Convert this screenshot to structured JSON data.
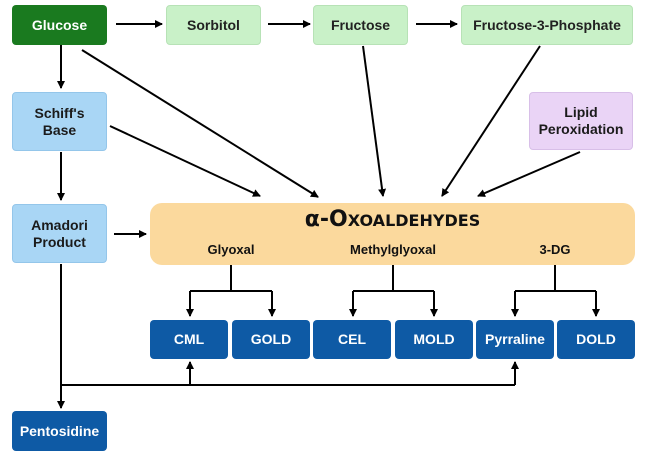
{
  "nodes": {
    "glucose": "Glucose",
    "sorbitol": "Sorbitol",
    "fructose": "Fructose",
    "fructose_3_phosphate": "Fructose-3-Phosphate",
    "schiffs_base": "Schiff's\nBase",
    "lipid_peroxidation": "Lipid\nPeroxidation",
    "amadori_product": "Amadori\nProduct",
    "pentosidine": "Pentosidine"
  },
  "oxoaldehydes": {
    "title": "α-Oxoaldehydes",
    "glyoxal": "Glyoxal",
    "methylglyoxal": "Methylglyoxal",
    "three_dg": "3-DG"
  },
  "products": [
    "CML",
    "GOLD",
    "CEL",
    "MOLD",
    "Pyrraline",
    "DOLD"
  ],
  "colors": {
    "glucose_fill": "#1a7a1f",
    "polyol_fill": "#c9f1c8",
    "early_glycation_fill": "#a9d6f5",
    "lipid_fill": "#ead4f6",
    "oxoaldehyde_fill": "#fbd99d",
    "age_fill": "#0e5aa5",
    "arrow": "#000000"
  }
}
